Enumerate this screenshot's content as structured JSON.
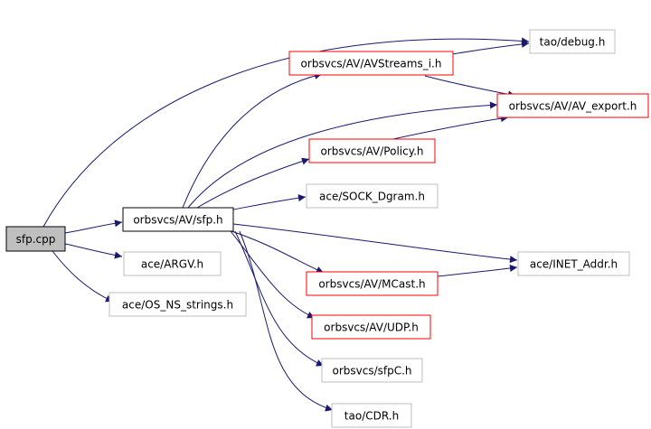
{
  "colors": {
    "edge": "#191970",
    "border_dependency": "#bfbfbf",
    "border_documented": "#ff0000",
    "border_focus": "#000000",
    "fill_root": "#bfbfbf",
    "fill_node": "#ffffff",
    "text": "#000000"
  },
  "nodes": [
    {
      "id": "sfp_cpp",
      "label": "sfp.cpp",
      "kind": "root"
    },
    {
      "id": "sfp_h",
      "label": "orbsvcs/AV/sfp.h",
      "kind": "focus"
    },
    {
      "id": "argv_h",
      "label": "ace/ARGV.h",
      "kind": "dependency"
    },
    {
      "id": "os_ns_strings_h",
      "label": "ace/OS_NS_strings.h",
      "kind": "dependency"
    },
    {
      "id": "tao_debug_h",
      "label": "tao/debug.h",
      "kind": "dependency"
    },
    {
      "id": "avstreams_i_h",
      "label": "orbsvcs/AV/AVStreams_i.h",
      "kind": "documented"
    },
    {
      "id": "av_export_h",
      "label": "orbsvcs/AV/AV_export.h",
      "kind": "documented"
    },
    {
      "id": "policy_h",
      "label": "orbsvcs/AV/Policy.h",
      "kind": "documented"
    },
    {
      "id": "sock_dgram_h",
      "label": "ace/SOCK_Dgram.h",
      "kind": "dependency"
    },
    {
      "id": "inet_addr_h",
      "label": "ace/INET_Addr.h",
      "kind": "dependency"
    },
    {
      "id": "mcast_h",
      "label": "orbsvcs/AV/MCast.h",
      "kind": "documented"
    },
    {
      "id": "udp_h",
      "label": "orbsvcs/AV/UDP.h",
      "kind": "documented"
    },
    {
      "id": "sfpc_h",
      "label": "orbsvcs/sfpC.h",
      "kind": "dependency"
    },
    {
      "id": "cdr_h",
      "label": "tao/CDR.h",
      "kind": "dependency"
    }
  ],
  "edges": [
    {
      "from": "sfp_cpp",
      "to": "tao_debug_h"
    },
    {
      "from": "sfp_cpp",
      "to": "sfp_h"
    },
    {
      "from": "sfp_cpp",
      "to": "argv_h"
    },
    {
      "from": "sfp_cpp",
      "to": "os_ns_strings_h"
    },
    {
      "from": "sfp_h",
      "to": "avstreams_i_h"
    },
    {
      "from": "sfp_h",
      "to": "av_export_h"
    },
    {
      "from": "sfp_h",
      "to": "policy_h"
    },
    {
      "from": "sfp_h",
      "to": "sock_dgram_h"
    },
    {
      "from": "sfp_h",
      "to": "inet_addr_h"
    },
    {
      "from": "sfp_h",
      "to": "mcast_h"
    },
    {
      "from": "sfp_h",
      "to": "udp_h"
    },
    {
      "from": "sfp_h",
      "to": "sfpc_h"
    },
    {
      "from": "sfp_h",
      "to": "cdr_h"
    },
    {
      "from": "avstreams_i_h",
      "to": "tao_debug_h"
    },
    {
      "from": "avstreams_i_h",
      "to": "av_export_h"
    },
    {
      "from": "policy_h",
      "to": "av_export_h"
    },
    {
      "from": "mcast_h",
      "to": "inet_addr_h"
    }
  ]
}
